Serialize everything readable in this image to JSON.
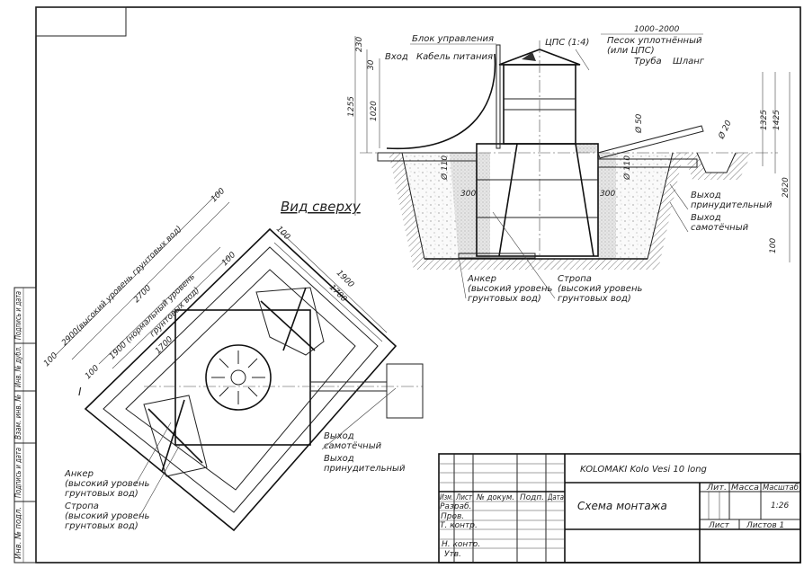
{
  "top_view_title": "Вид сверху",
  "section": {
    "labels": {
      "control_block": "Блок управления",
      "inlet": "Вход",
      "power_cable": "Кабель питания",
      "cps": "ЦПС (1:4)",
      "sand": "Песок уплотнённый",
      "sand2": "(или ЦПС)",
      "pipe": "Труба",
      "hose": "Шланг",
      "forced_outlet_1": "Выход",
      "forced_outlet_2": "принудительный",
      "gravity_outlet_1": "Выход",
      "gravity_outlet_2": "самотёчный",
      "anchor_1": "Анкер",
      "anchor_2": "(высокий уровень",
      "anchor_3": "грунтовых вод)",
      "strap_1": "Стропа",
      "strap_2": "(высокий уровень",
      "strap_3": "грунтовых вод)"
    },
    "dims": {
      "d230": "230",
      "d30": "30",
      "d1255": "1255",
      "d1020": "1020",
      "d1000_2000": "1000–2000",
      "d300a": "300",
      "d300b": "300",
      "d110a": "Ø 110",
      "d110b": "Ø 110",
      "d50": "Ø 50",
      "d20": "Ø 20",
      "d1325": "1325",
      "d1425": "1425",
      "d2620": "2620",
      "d100": "100"
    }
  },
  "top_view": {
    "dims": {
      "d2900": "2900(высокий уровень грунтовых вод)",
      "d2700": "2700",
      "d1900n": "1900 (нормальный уровень",
      "d1900n2": "грунтовых вод)",
      "d1700": "1700",
      "d100a": "100",
      "d100b": "100",
      "d100c": "100",
      "d100d": "100",
      "d100e": "100",
      "d1900": "1900",
      "d1700b": "1700"
    },
    "labels": {
      "section_mark": "I",
      "gravity_outlet_1": "Выход",
      "gravity_outlet_2": "самотёчный",
      "forced_outlet_1": "Выход",
      "forced_outlet_2": "принудительный",
      "anchor_1": "Анкер",
      "anchor_2": "(высокий уровень",
      "anchor_3": "грунтовых вод)",
      "strap_1": "Стропа",
      "strap_2": "(высокий уровень",
      "strap_3": "грунтовых вод)"
    }
  },
  "title_block": {
    "product": "KOLOMAKI Kolo Vesi 10 long",
    "drawing_title": "Схема монтажа",
    "headers": [
      "Изм.",
      "Лист",
      "№ докум.",
      "Подп.",
      "Дата"
    ],
    "roles": [
      "Разраб.",
      "Пров.",
      "Т. контр.",
      "Н. контр.",
      "Утв."
    ],
    "lit": "Лит.",
    "mass": "Масса",
    "scale_label": "Масштаб",
    "scale": "1:26",
    "sheet": "Лист",
    "sheets": "Листов 1"
  },
  "side_stamps": [
    "Подпись и дата",
    "Инв. № дубл.",
    "Взам. инв. №",
    "Подпись и дата",
    "Инв. № подл."
  ]
}
